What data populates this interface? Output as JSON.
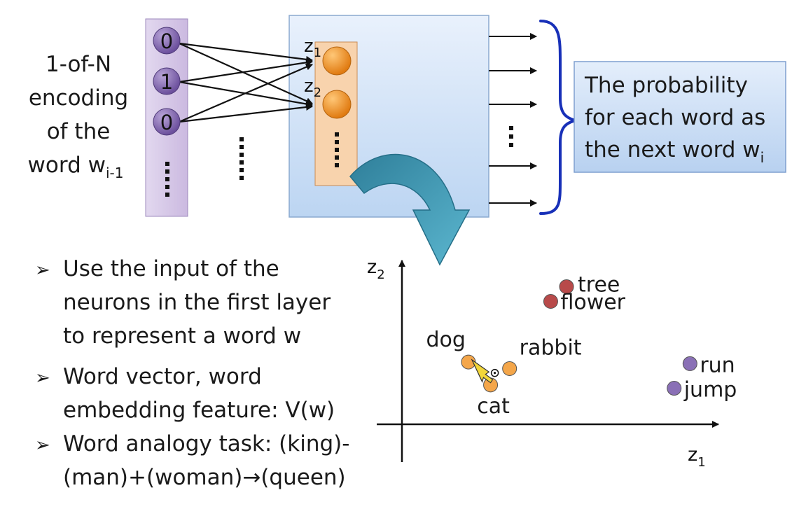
{
  "input_label": {
    "lines": [
      "1-of-N",
      "encoding",
      "of the"
    ],
    "last_prefix": "word w",
    "last_sub": "i-1"
  },
  "input_neurons": [
    "0",
    "1",
    "0"
  ],
  "hidden_labels": {
    "z1_base": "z",
    "z1_sub": "1",
    "z2_base": "z",
    "z2_sub": "2"
  },
  "output_box": {
    "lines": [
      "The probability",
      "for each word as"
    ],
    "last_prefix": "the next word w",
    "last_sub": "i"
  },
  "bullets": [
    {
      "lines": [
        "Use the input of the",
        "neurons in the first layer",
        "to represent a word w"
      ]
    },
    {
      "lines": [
        "Word vector, word",
        "embedding feature: V(w)"
      ]
    },
    {
      "lines": [
        "Word analogy task: (king)-",
        "(man)+(woman)→(queen)"
      ]
    }
  ],
  "plot": {
    "x_axis": {
      "base": "z",
      "sub": "1"
    },
    "y_axis": {
      "base": "z",
      "sub": "2"
    },
    "points": [
      {
        "label": "tree",
        "x": 0.52,
        "y": 0.84,
        "group": "plant"
      },
      {
        "label": "flower",
        "x": 0.47,
        "y": 0.75,
        "group": "plant"
      },
      {
        "label": "dog",
        "x": 0.21,
        "y": 0.38,
        "group": "animal"
      },
      {
        "label": "rabbit",
        "x": 0.34,
        "y": 0.34,
        "group": "animal"
      },
      {
        "label": "cat",
        "x": 0.28,
        "y": 0.24,
        "group": "animal"
      },
      {
        "label": "run",
        "x": 0.91,
        "y": 0.37,
        "group": "action"
      },
      {
        "label": "jump",
        "x": 0.86,
        "y": 0.22,
        "group": "action"
      }
    ],
    "group_colors": {
      "plant": "#b84a4a",
      "animal": "#f4a64a",
      "action": "#8a70b6"
    }
  },
  "colors": {
    "input_layer": "#d6c8e8",
    "input_neuron": "#8a70b6",
    "hidden_box": "#cfe0f6",
    "hidden_layer": "#f8cfa6",
    "hidden_neuron": "#f1952c",
    "output_box": "#cde0f7",
    "curve_arrow": "#3f9ab3",
    "brace": "#1830b8"
  }
}
